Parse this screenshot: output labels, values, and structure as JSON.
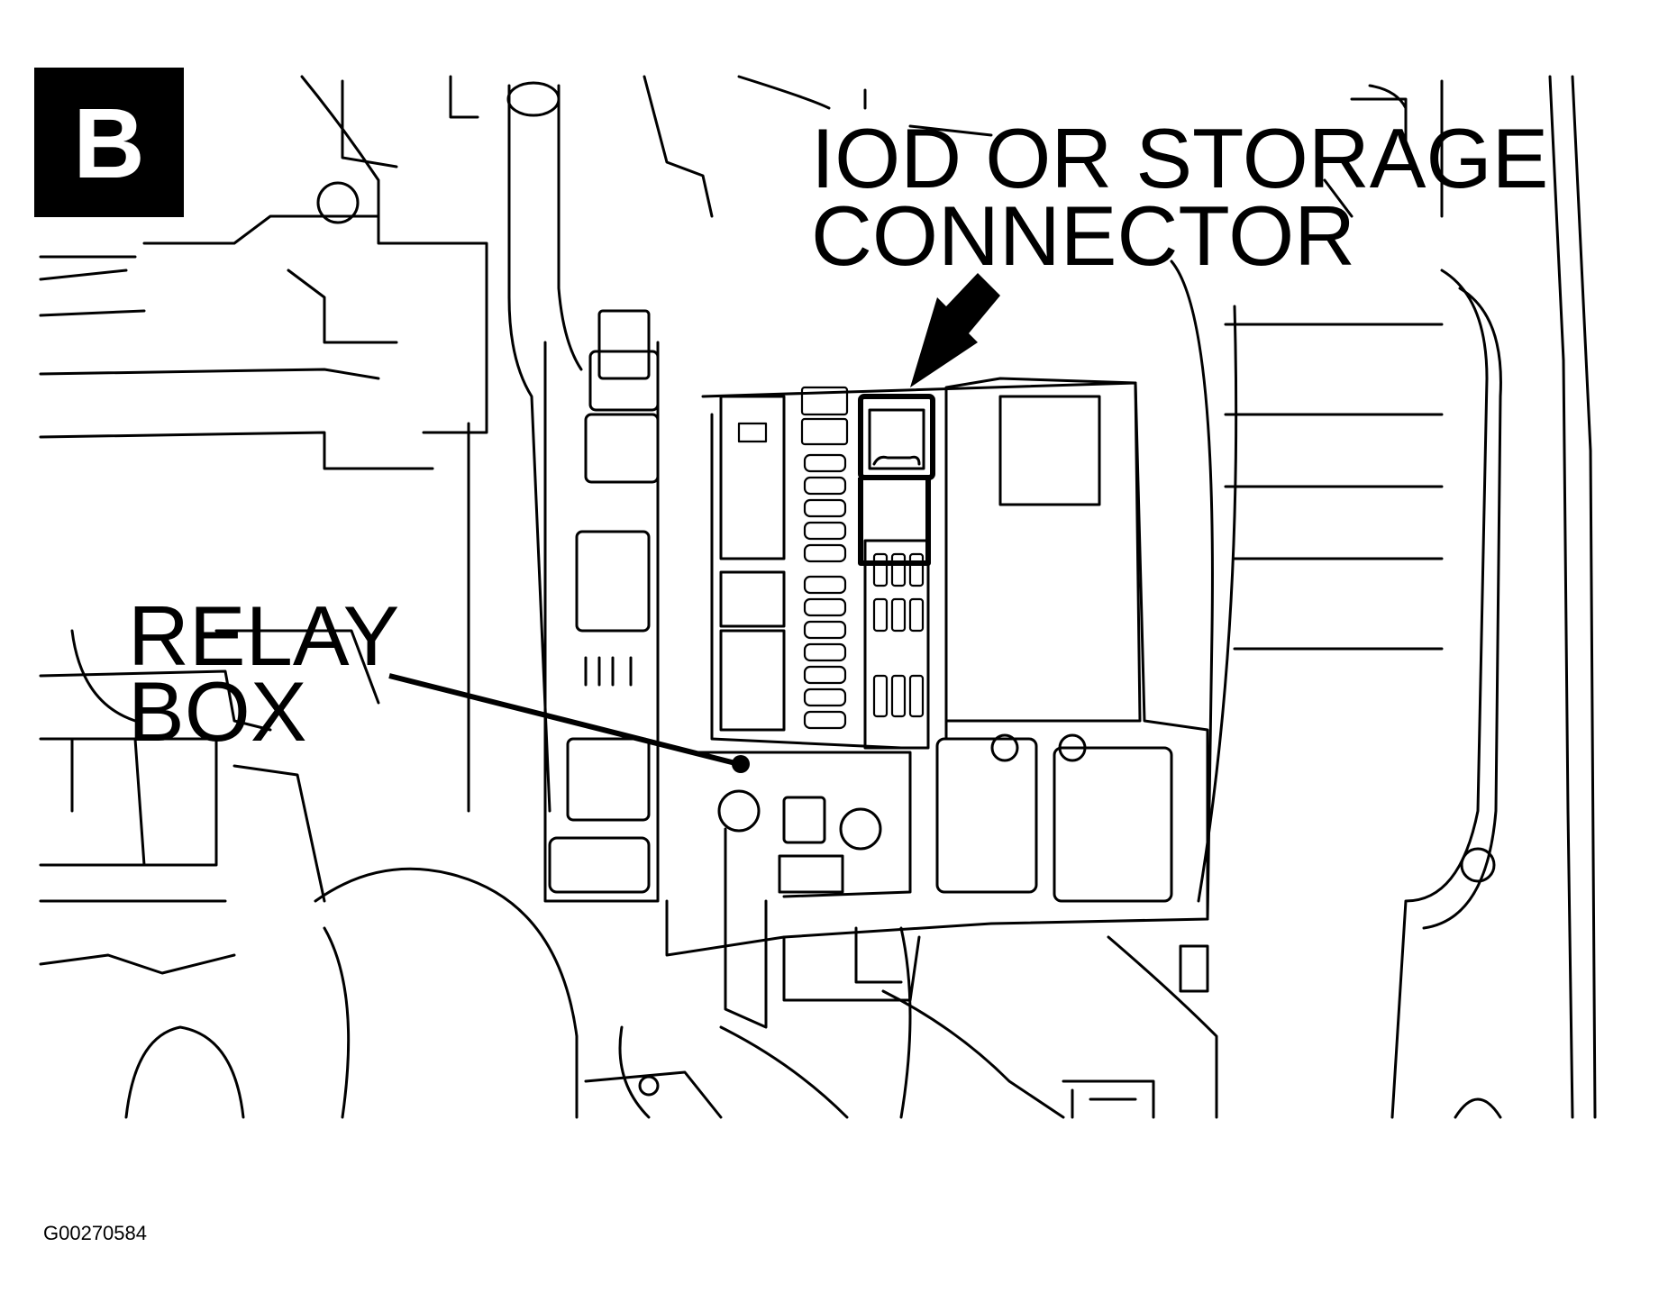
{
  "badge": {
    "letter": "B"
  },
  "labels": {
    "connector_line1": "IOD OR STORAGE",
    "connector_line2": "CONNECTOR",
    "relay_line1": "RELAY",
    "relay_line2": "BOX"
  },
  "figure_code": "G00270584",
  "colors": {
    "ink": "#000000",
    "background": "#ffffff"
  }
}
